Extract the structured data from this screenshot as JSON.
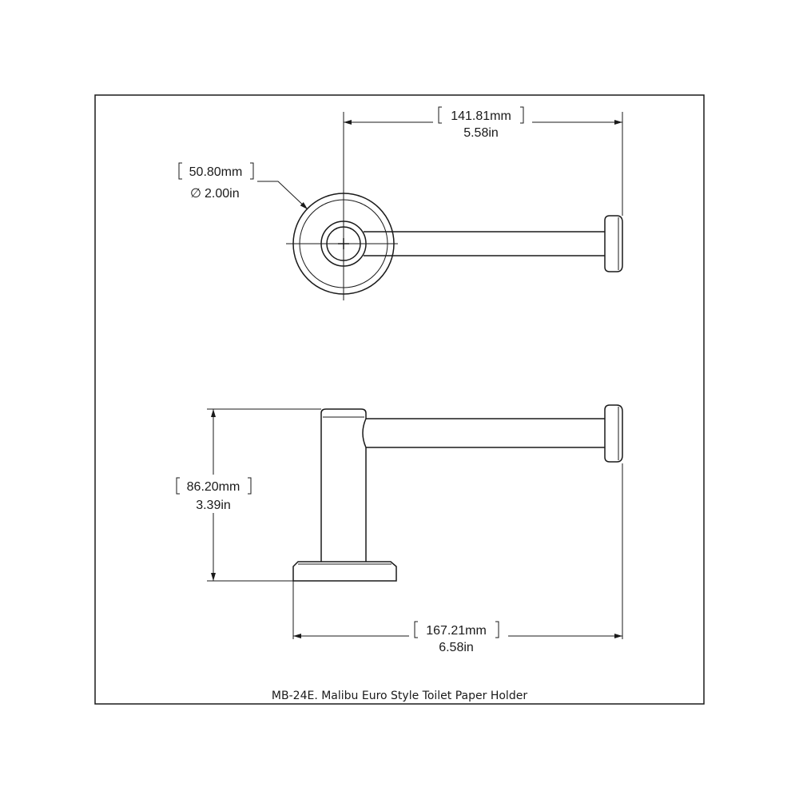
{
  "title": "MB-24E. Malibu Euro Style Toilet Paper Holder",
  "dimensions": {
    "top_length": {
      "mm": "141.81mm",
      "in": "5.58in"
    },
    "diameter": {
      "mm": "50.80mm",
      "in": "2.00in",
      "symbol": "∅"
    },
    "height": {
      "mm": "86.20mm",
      "in": "3.39in"
    },
    "bottom_length": {
      "mm": "167.21mm",
      "in": "6.58in"
    }
  }
}
